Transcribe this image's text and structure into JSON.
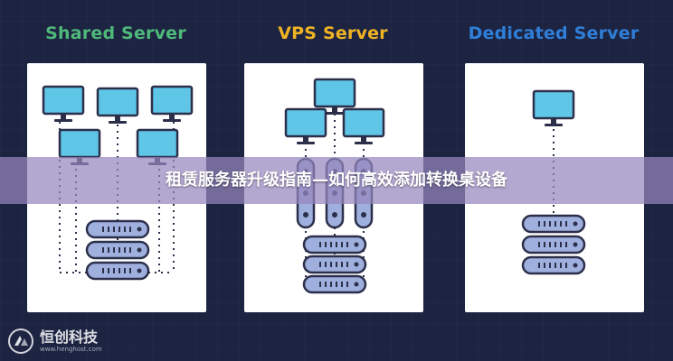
{
  "columns": [
    {
      "title": "Shared Server",
      "color": "#4fb97a"
    },
    {
      "title": "VPS Server",
      "color": "#f0b323"
    },
    {
      "title": "Dedicated Server",
      "color": "#2f7fd8"
    }
  ],
  "banner": {
    "text": "租赁服务器升级指南—如何高效添加转换桌设备"
  },
  "logo": {
    "name": "恒创科技",
    "url": "www.henghost.com"
  },
  "colors": {
    "monitor_fill": "#5fc6e8",
    "device_stroke": "#2c2f4a",
    "server_fill": "#9fb0de",
    "background": "#1d2442"
  }
}
